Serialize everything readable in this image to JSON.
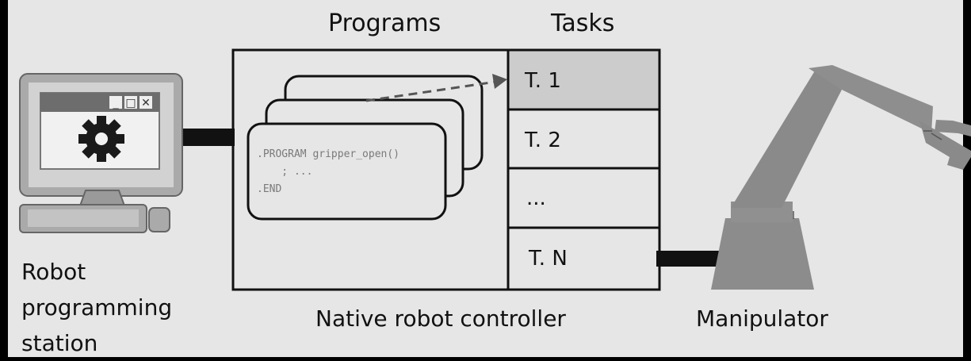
{
  "headers": {
    "programs": "Programs",
    "tasks": "Tasks"
  },
  "captions": {
    "controller": "Native robot controller",
    "manipulator": "Manipulator",
    "station_lines": [
      "Robot",
      "programming",
      "station"
    ]
  },
  "code_lines": [
    ".PROGRAM gripper_open()",
    "    ; ...",
    ".END"
  ],
  "tasks": [
    "T. 1",
    "T. 2",
    "...",
    "T. N"
  ],
  "window_controls": [
    "_",
    "□",
    "✕"
  ],
  "icons": {
    "computer": "computer-icon",
    "settings": "gear-icon",
    "robot": "robot-arm-icon"
  },
  "colors": {
    "background": "#e6e6e6",
    "frame": "#000000",
    "highlight_task": "#cccccc",
    "arrow": "#555555",
    "robot": "#8c8c8c"
  }
}
